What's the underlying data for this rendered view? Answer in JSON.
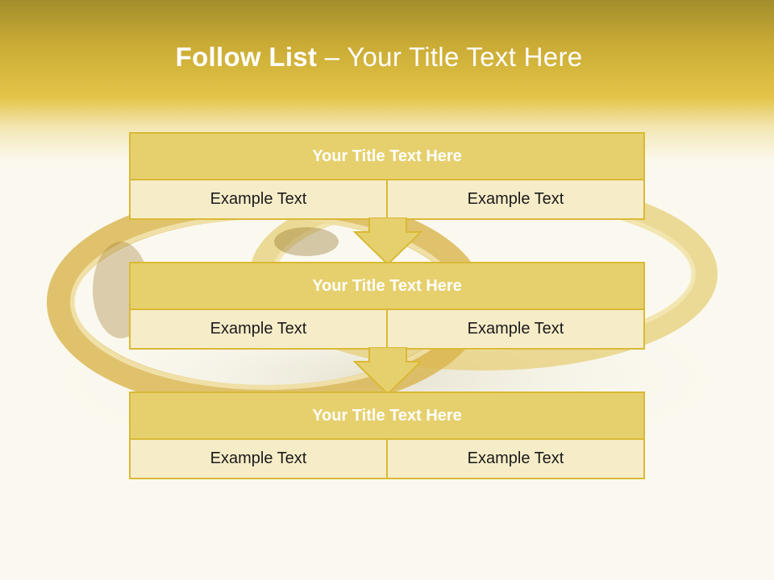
{
  "slide": {
    "title_bold": "Follow List",
    "title_rest": " – Your Title Text Here"
  },
  "steps": [
    {
      "title": "Your Title Text Here",
      "left": "Example Text",
      "right": "Example Text"
    },
    {
      "title": "Your Title Text Here",
      "left": "Example Text",
      "right": "Example Text"
    },
    {
      "title": "Your Title Text Here",
      "left": "Example Text",
      "right": "Example Text"
    }
  ],
  "colors": {
    "accent": "#e6d06e",
    "border": "#d9b935",
    "cell_fill": "#f6ecc8",
    "header_gold": "#c9ab35"
  }
}
